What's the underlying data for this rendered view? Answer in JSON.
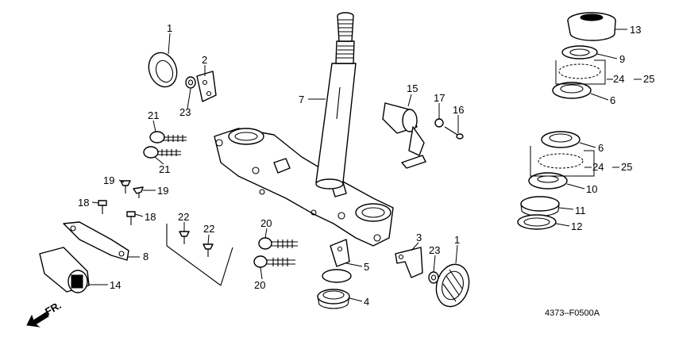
{
  "callouts": {
    "c1a": "1",
    "c2": "2",
    "c23a": "23",
    "c21a": "21",
    "c21b": "21",
    "c19a": "19",
    "c19b": "19",
    "c18a": "18",
    "c18b": "18",
    "c8": "8",
    "c14": "14",
    "c22a": "22",
    "c22b": "22",
    "c7": "7",
    "c20a": "20",
    "c20b": "20",
    "c5": "5",
    "c4": "4",
    "c15": "15",
    "c17": "17",
    "c16": "16",
    "c3": "3",
    "c23b": "23",
    "c1b": "1",
    "c13": "13",
    "c9": "9",
    "c24a": "24",
    "c25a": "25",
    "c6a": "6",
    "c6b": "6",
    "c24b": "24",
    "c25b": "25",
    "c10": "10",
    "c11": "11",
    "c12": "12"
  },
  "direction_label": "FR.",
  "diagram_code": "4373–F0500A"
}
